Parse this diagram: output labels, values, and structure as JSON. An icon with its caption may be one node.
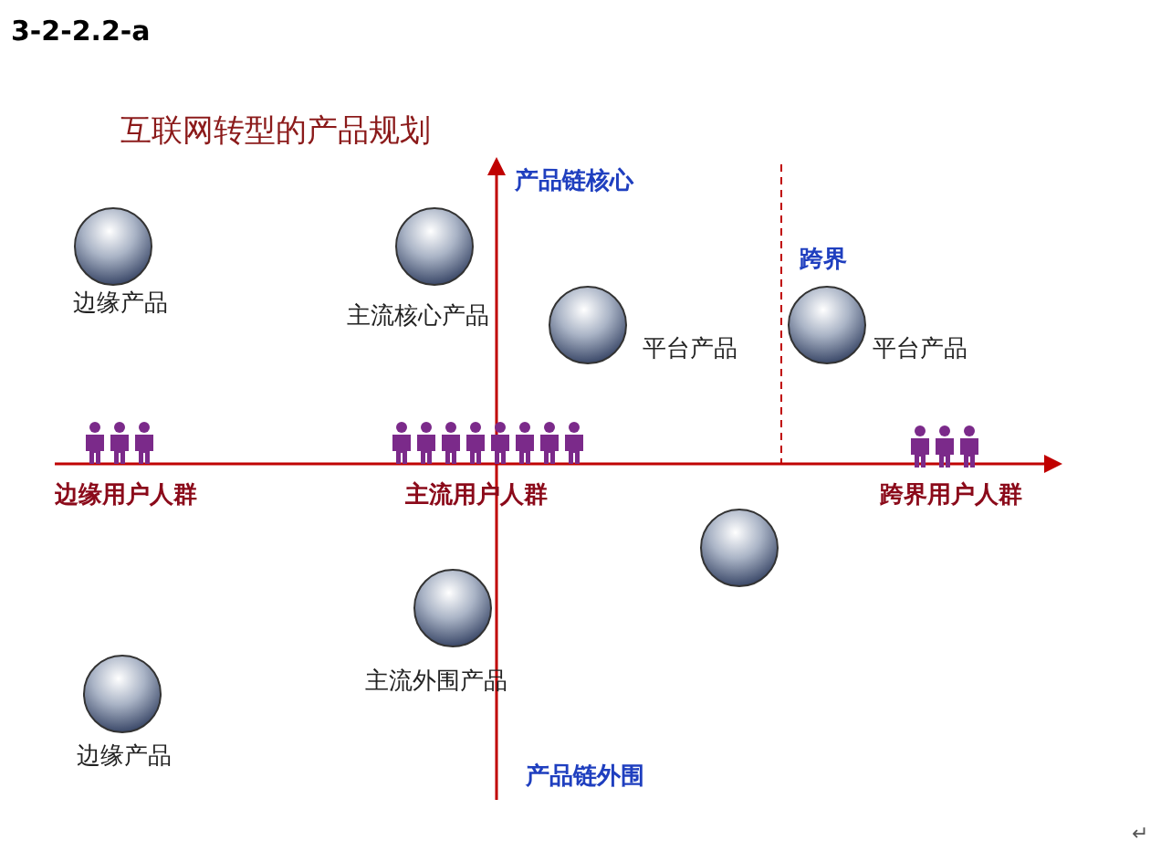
{
  "diagram": {
    "title": "互联网转型的产品规划",
    "nodes": [
      {
        "text": [],
        "shape": "circle",
        "beside": [
          "边缘产品"
        ]
      },
      {
        "text": [],
        "shape": "circle",
        "beside": [
          "主流核心产品"
        ]
      },
      {
        "text": [],
        "shape": "circle",
        "beside": [
          "平台产品"
        ]
      },
      {
        "text": [],
        "shape": "circle",
        "beside": [
          "平台产品"
        ]
      },
      {
        "text": [],
        "shape": "circle"
      },
      {
        "text": [],
        "shape": "circle",
        "beside": [
          "主流外围产品"
        ]
      },
      {
        "text": [],
        "shape": "circle",
        "beside": [
          "边缘产品"
        ]
      }
    ],
    "labels": [
      "3-2-2.2-a",
      "产品链核心",
      "跨界",
      "边缘用户人群",
      "主流用户人群",
      "跨界用户人群",
      "产品链外围",
      "↵"
    ]
  }
}
